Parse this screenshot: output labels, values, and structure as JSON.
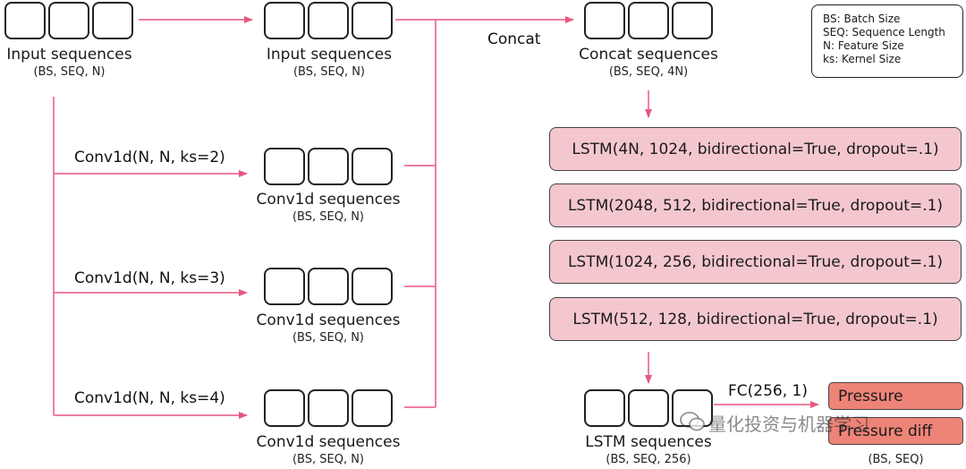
{
  "legend": {
    "items": [
      "BS: Batch Size",
      "SEQ: Sequence Length",
      "N: Feature Size",
      "ks: Kernel Size"
    ]
  },
  "input_left": {
    "title": "Input sequences",
    "shape": "(BS, SEQ, N)"
  },
  "input_mid": {
    "title": "Input sequences",
    "shape": "(BS, SEQ, N)"
  },
  "conv_blocks": [
    {
      "op": "Conv1d(N, N, ks=2)",
      "title": "Conv1d sequences",
      "shape": "(BS, SEQ, N)"
    },
    {
      "op": "Conv1d(N, N, ks=3)",
      "title": "Conv1d sequences",
      "shape": "(BS, SEQ, N)"
    },
    {
      "op": "Conv1d(N, N, ks=4)",
      "title": "Conv1d sequences",
      "shape": "(BS, SEQ, N)"
    }
  ],
  "concat": {
    "op": "Concat",
    "title": "Concat sequences",
    "shape": "(BS, SEQ, 4N)"
  },
  "lstm_layers": [
    "LSTM(4N, 1024, bidirectional=True, dropout=.1)",
    "LSTM(2048, 512, bidirectional=True, dropout=.1)",
    "LSTM(1024, 256, bidirectional=True, dropout=.1)",
    "LSTM(512, 128, bidirectional=True, dropout=.1)"
  ],
  "lstm_out": {
    "title": "LSTM sequences",
    "shape": "(BS, SEQ, 256)"
  },
  "fc": {
    "op": "FC(256, 1)",
    "outputs": [
      "Pressure",
      "Pressure diff"
    ],
    "shape": "(BS, SEQ)"
  },
  "watermark": "量化投资与机器学习",
  "colors": {
    "arrow": "#e8577f",
    "lstm_fill": "#f4c7cf",
    "output_fill": "#ee8377"
  }
}
